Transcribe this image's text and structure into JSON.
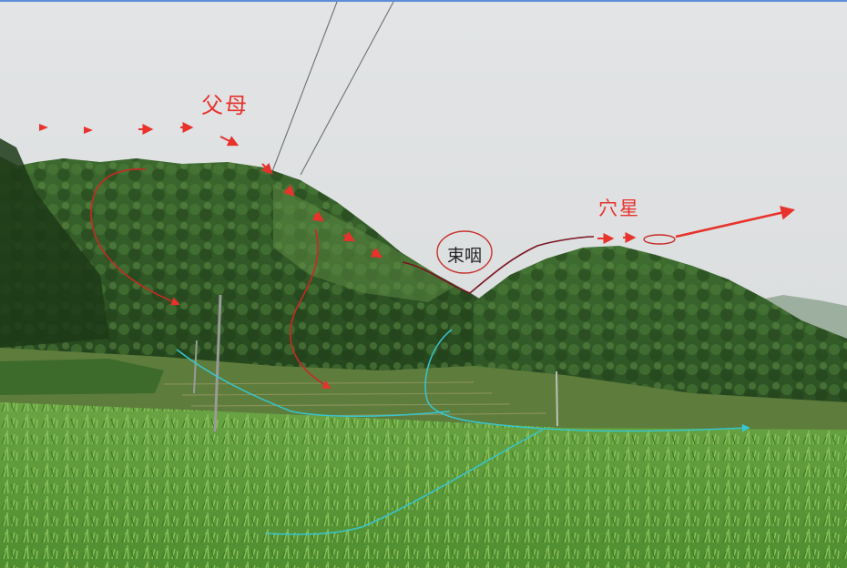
{
  "labels": {
    "parents": "父母",
    "waist": "束咽",
    "acupoint_star": "穴星"
  },
  "colors": {
    "annotation_red": "#e8322c",
    "vein_dark_red": "#7a1420",
    "water_cyan": "#37c6cf",
    "sky": "#dfe2e4",
    "forest": "#2f5a25",
    "field": "#5c9a3a"
  }
}
